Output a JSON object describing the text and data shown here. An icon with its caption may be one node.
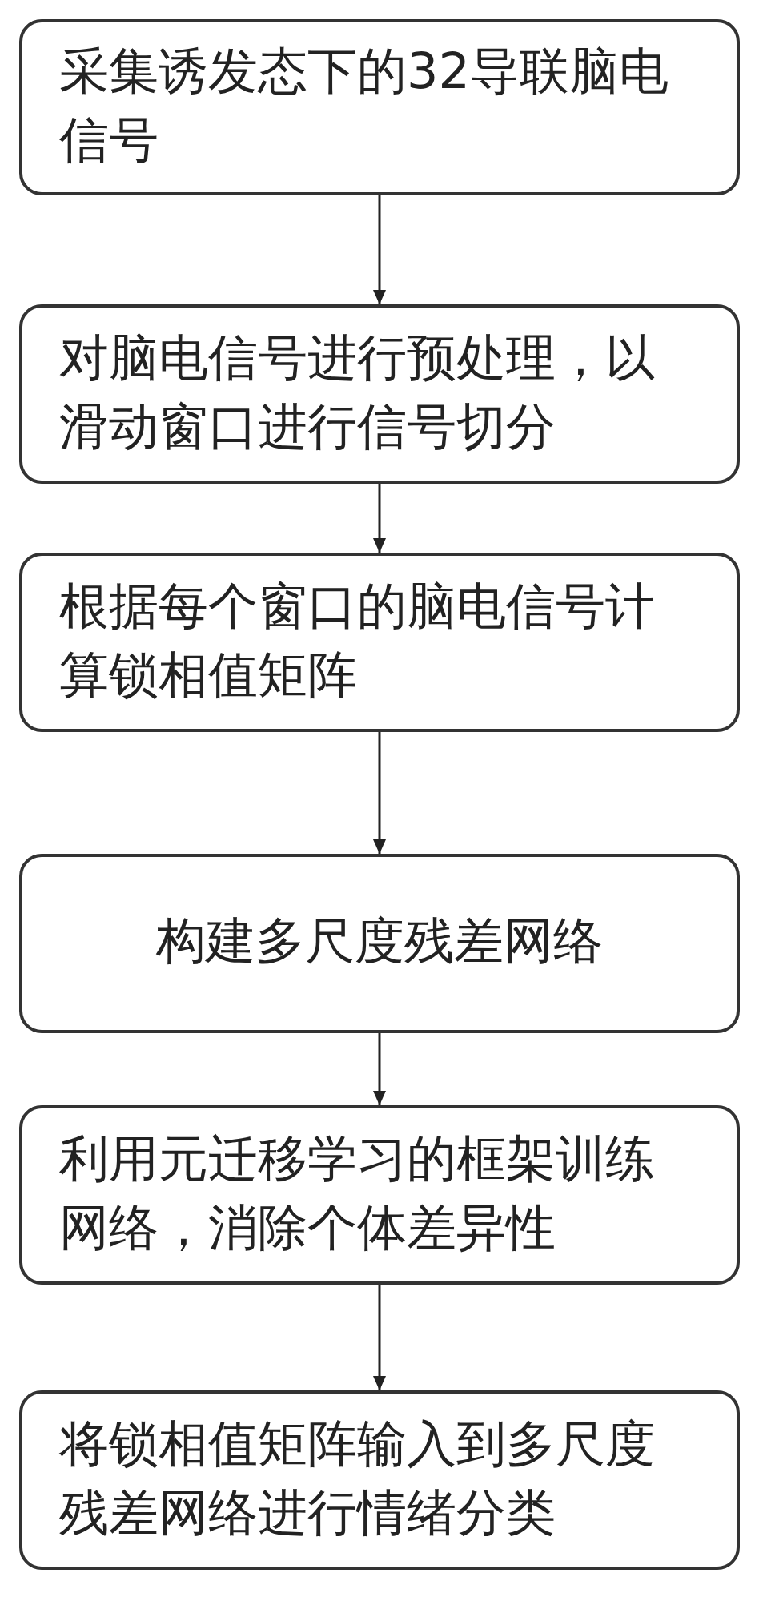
{
  "diagram": {
    "nodes": [
      {
        "text": [
          "采集诱发态下的32导联脑电信号"
        ]
      },
      {
        "text": [
          "对脑电信号进行预处理，以滑动窗口进行信号切分"
        ]
      },
      {
        "text": [
          "根据每个窗口的脑电信号计算锁相值矩阵"
        ]
      },
      {
        "text": [
          "构建多尺度残差网络"
        ]
      },
      {
        "text": [
          "利用元迁移学习的框架训练网络，消除个体差异性"
        ]
      },
      {
        "text": [
          "将锁相值矩阵输入到多尺度残差网络进行情绪分类"
        ]
      }
    ],
    "edges": [
      {
        "from": 0,
        "to": 1,
        "arrow": "to"
      },
      {
        "from": 1,
        "to": 2,
        "arrow": "to"
      },
      {
        "from": 2,
        "to": 3,
        "arrow": "to"
      },
      {
        "from": 3,
        "to": 4,
        "arrow": "to"
      },
      {
        "from": 4,
        "to": 5,
        "arrow": "to"
      }
    ]
  }
}
